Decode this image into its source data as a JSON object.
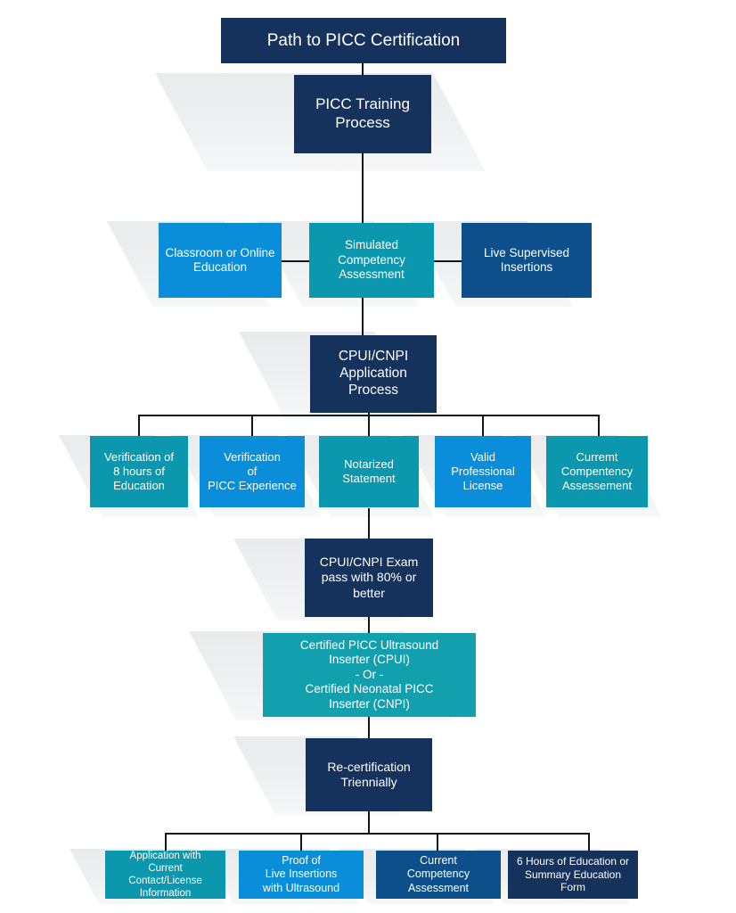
{
  "diagram": {
    "title": "Path to PICC Certification",
    "palette": {
      "navy_dark": "#15325c",
      "navy_mid": "#0d4f8b",
      "blue": "#0b8ed9",
      "teal": "#0b97ad",
      "teal_light": "#13a0ae",
      "line": "#111418",
      "text": "#ffffff",
      "background": "#ffffff",
      "shadow": "#eef0f1"
    },
    "nodes": {
      "title_banner": {
        "label": "Path to PICC Certification",
        "color": "navy_dark"
      },
      "picc_training_process": {
        "label": "PICC Training\nProcess",
        "color": "navy_dark"
      },
      "classroom_or_online_education": {
        "label": "Classroom or Online\nEducation",
        "color": "blue"
      },
      "simulated_competency_assessment": {
        "label": "Simulated\nCompetency\nAssessment",
        "color": "teal"
      },
      "live_supervised_insertions": {
        "label": "Live Supervised\nInsertions",
        "color": "navy_mid"
      },
      "cpui_cnpi_application_process": {
        "label": "CPUI/CNPI\nApplication\nProcess",
        "color": "navy_dark"
      },
      "verification_of_8_hours_of_education": {
        "label": "Verification of\n8 hours of\nEducation",
        "color": "teal"
      },
      "verification_of_picc_experience": {
        "label": "Verification\nof\nPICC Experience",
        "color": "blue"
      },
      "notarized_statement": {
        "label": "Notarized\nStatement",
        "color": "teal"
      },
      "valid_professional_license": {
        "label": "Valid\nProfessional\nLicense",
        "color": "blue"
      },
      "current_competency_assessment_req": {
        "label": "Curremt\nCompentency\nAssessement",
        "color": "teal"
      },
      "cpui_cnpi_exam": {
        "label": "CPUI/CNPI Exam\npass with 80% or\nbetter",
        "color": "navy_dark"
      },
      "certified_inserter": {
        "label": "Certified PICC Ultrasound\nInserter (CPUI)\n- Or -\nCertified Neonatal PICC\nInserter (CNPI)",
        "color": "teal_light"
      },
      "recertification_triennially": {
        "label": "Re-certification\nTriennially",
        "color": "navy_dark"
      },
      "application_with_current_contact_license_information": {
        "label": "Application with\nCurrent\nContact/License\nInformation",
        "color": "teal"
      },
      "proof_of_live_insertions_with_ultrasound": {
        "label": "Proof of\nLive Insertions\nwith Ultrasound",
        "color": "blue"
      },
      "current_competency_assessment_recert": {
        "label": "Current\nCompetency\nAssessment",
        "color": "navy_mid"
      },
      "six_hours_of_education_or_summary_education_form": {
        "label": "6 Hours of Education or\nSummary Education\nForm",
        "color": "navy_dark"
      }
    }
  }
}
